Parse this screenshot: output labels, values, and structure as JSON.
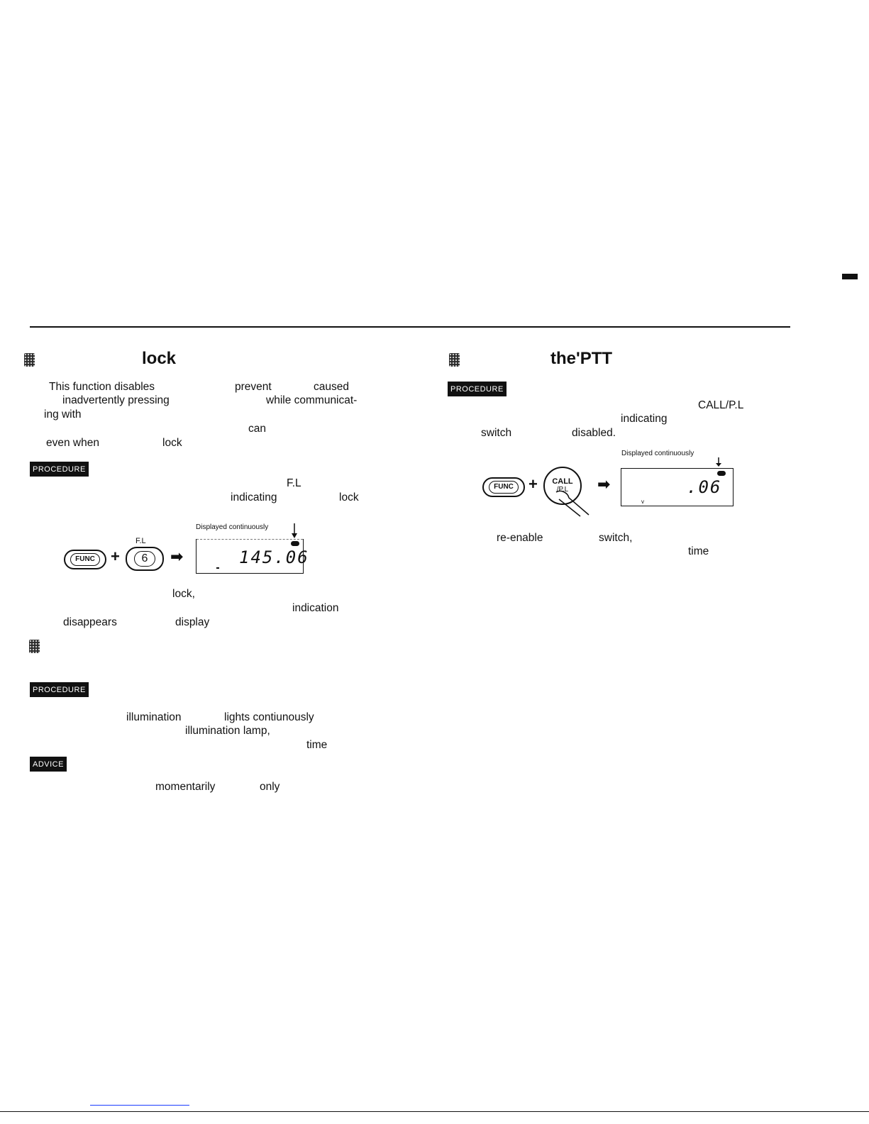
{
  "left": {
    "heading": "lock",
    "intro_lines": [
      "This function disables",
      "prevent",
      "caused",
      "inadvertently pressing",
      "while communicat-",
      "ing with",
      "can",
      "even when",
      "lock"
    ],
    "procedure_tag": "PROCEDURE",
    "proc_lines": [
      "F.L",
      "indicating",
      "lock"
    ],
    "displayed_label": "Displayed continuously",
    "func_key": "FUNC",
    "key6_top": "F.L",
    "key6": "6",
    "lcd_digits": "145.06",
    "after_lines": [
      "lock,",
      "indication",
      "disappears",
      "display"
    ],
    "procedure2_tag": "PROCEDURE",
    "illum_lines": [
      "illumination",
      "lights contiunously",
      "illumination lamp,",
      "time"
    ],
    "advice_tag": "ADVICE",
    "advice_lines": [
      "momentarily",
      "only"
    ]
  },
  "right": {
    "heading": "the'PTT",
    "procedure_tag": "PROCEDURE",
    "proc_lines": [
      "CALL/P.L",
      "indicating",
      "switch",
      "disabled."
    ],
    "displayed_label": "Displayed continuously",
    "func_key": "FUNC",
    "call_key_top": "CALL",
    "call_key_bottom": "/P.L",
    "lcd_digits": ".06",
    "reenable_lines": [
      "re-enable",
      "switch,",
      "time"
    ]
  },
  "symbols": {
    "plus": "+",
    "arrow": "➡"
  }
}
